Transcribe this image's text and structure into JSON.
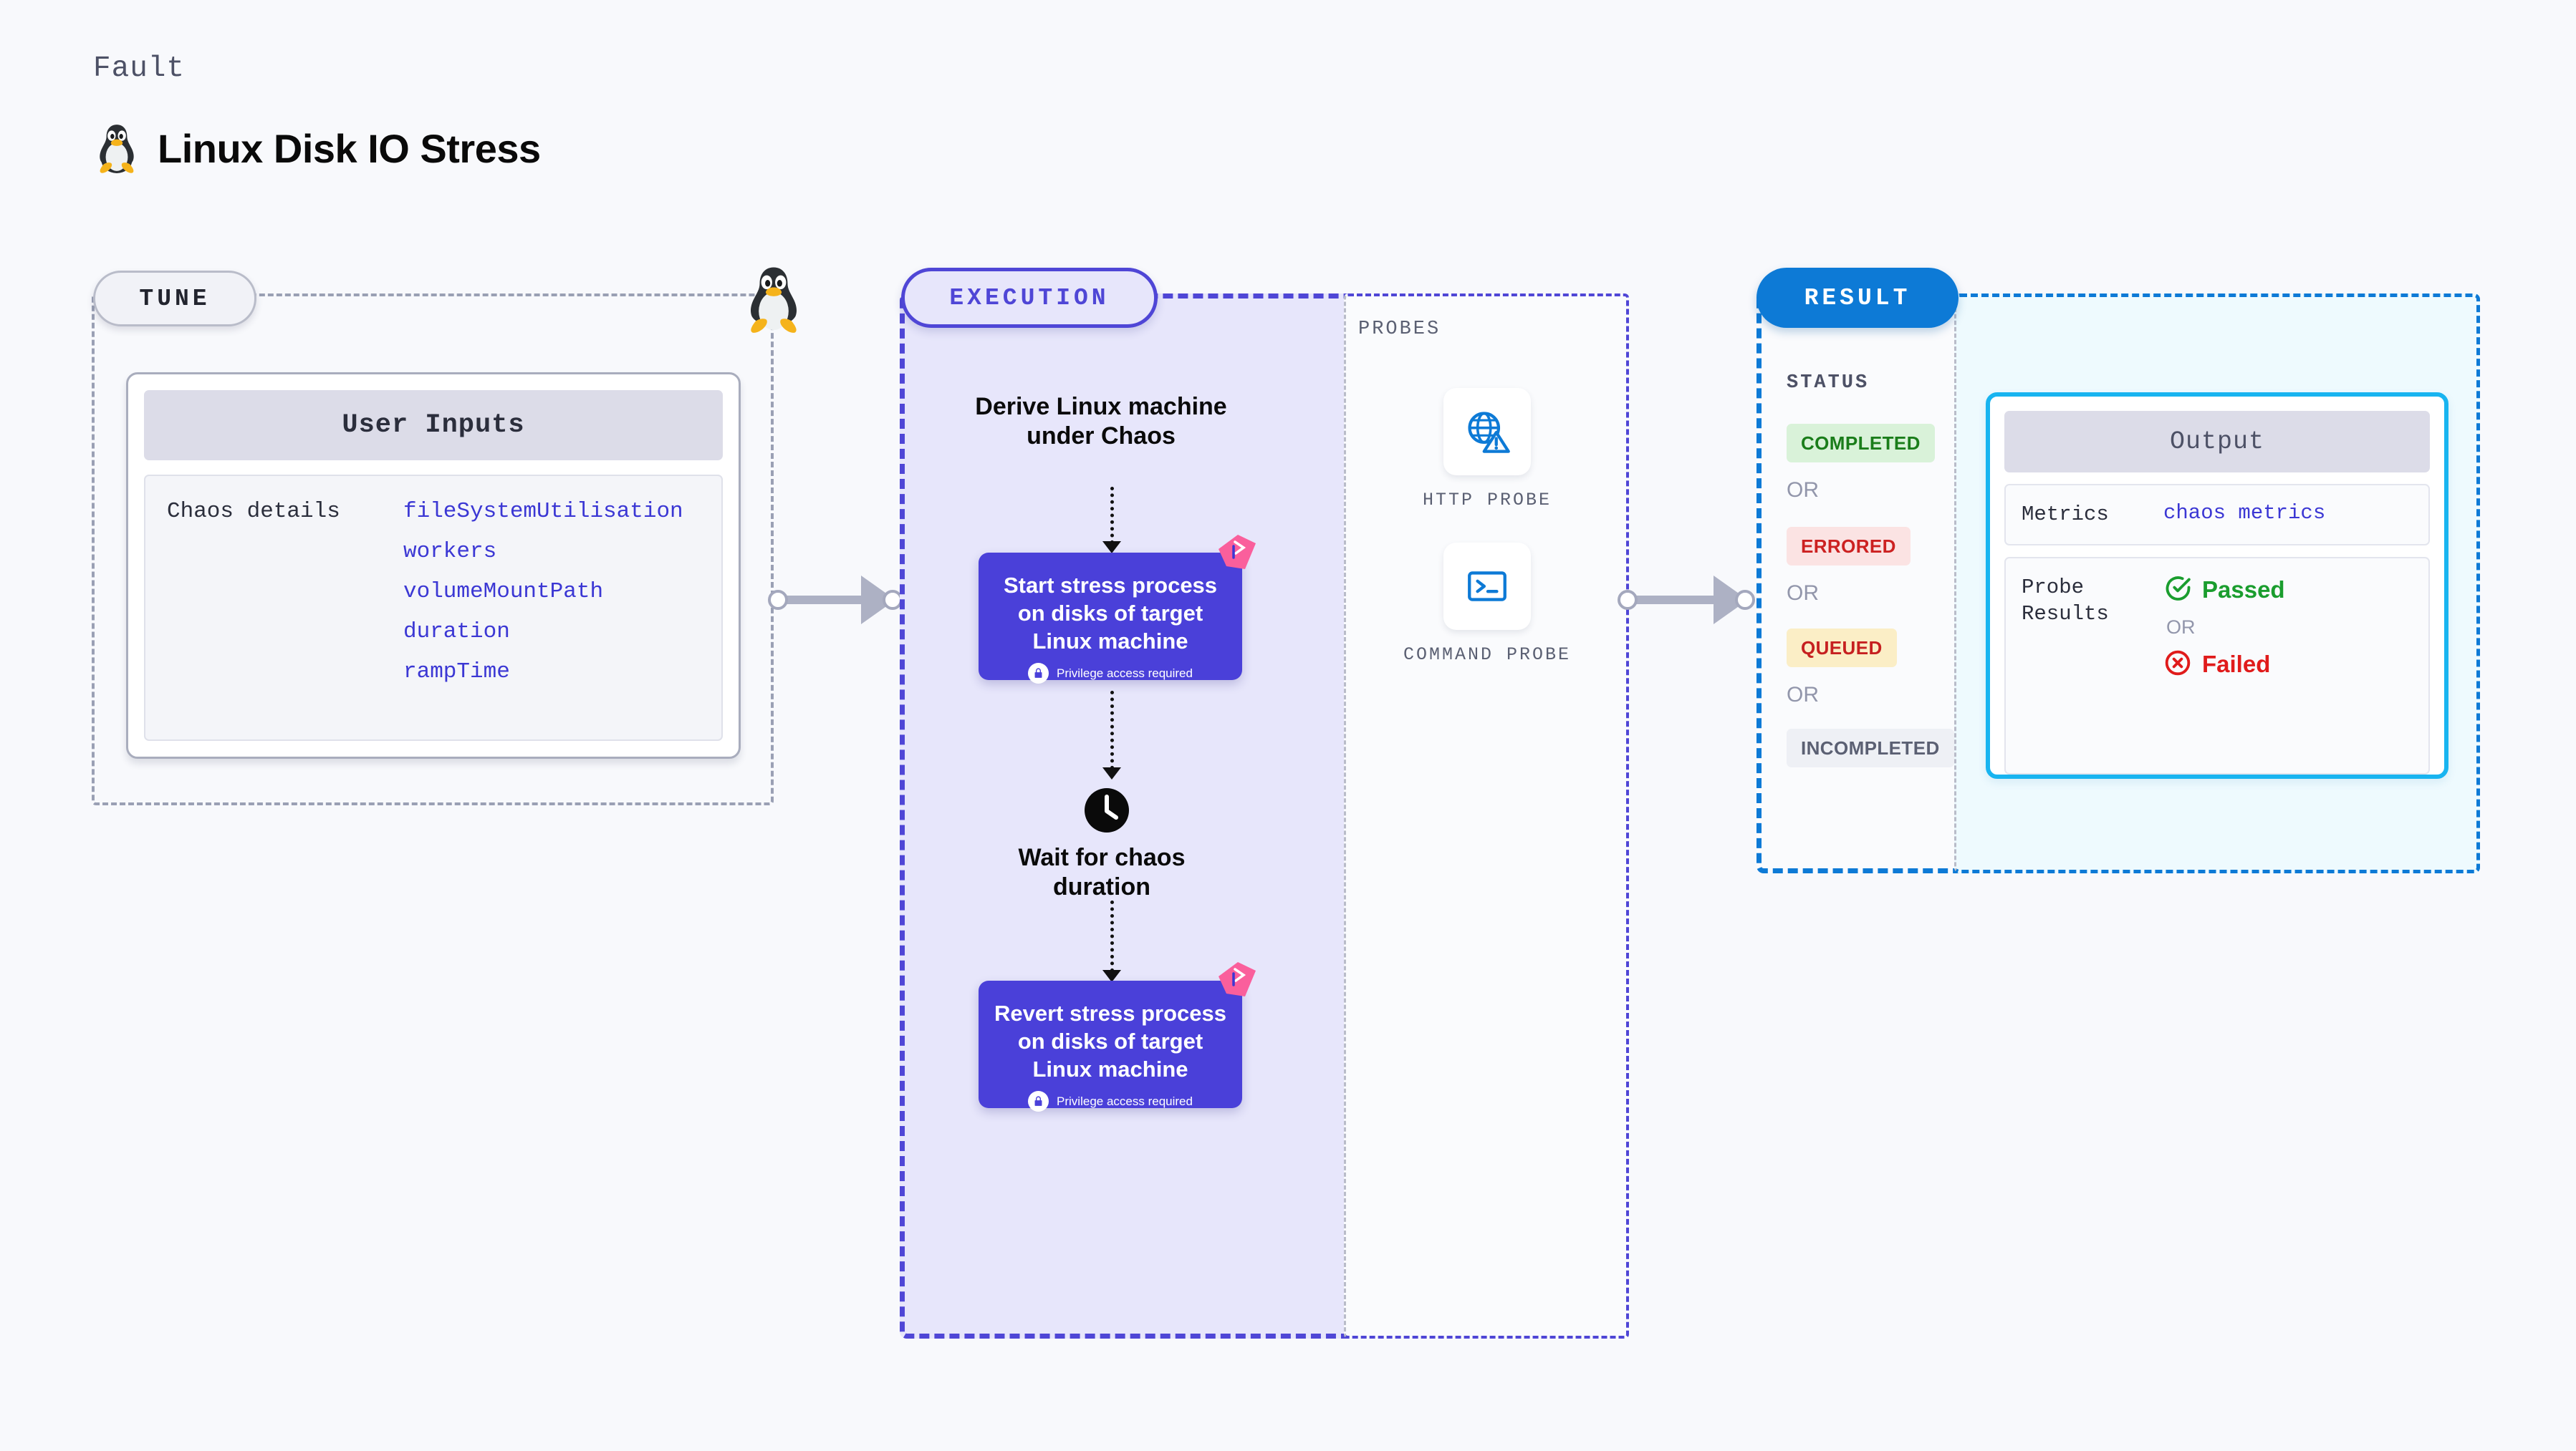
{
  "header": {
    "kicker": "Fault",
    "title": "Linux Disk IO Stress",
    "icon": "tux-penguin-icon"
  },
  "tune": {
    "badge": "TUNE",
    "tux_icon": "tux-penguin-icon",
    "card": {
      "header": "User Inputs",
      "row_label": "Chaos details",
      "params": [
        "fileSystemUtilisation",
        "workers",
        "volumeMountPath",
        "duration",
        "rampTime"
      ]
    }
  },
  "execution": {
    "badge": "EXECUTION",
    "steps": [
      {
        "type": "text-step",
        "label": "Derive Linux machine under Chaos"
      },
      {
        "type": "action-node",
        "label": "Start stress process on disks of target Linux machine",
        "privilege": "Privilege access required",
        "lock_icon": "lock-icon",
        "flag_icon": "pink-flag-icon"
      },
      {
        "type": "wait-step",
        "icon": "clock-icon",
        "label": "Wait for chaos duration"
      },
      {
        "type": "action-node",
        "label": "Revert stress process on disks of target Linux machine",
        "privilege": "Privilege access required",
        "lock_icon": "lock-icon",
        "flag_icon": "pink-flag-icon"
      }
    ]
  },
  "probes": {
    "label": "PROBES",
    "items": [
      {
        "name": "HTTP PROBE",
        "icon": "globe-warning-icon"
      },
      {
        "name": "COMMAND PROBE",
        "icon": "terminal-icon"
      }
    ]
  },
  "result": {
    "badge": "RESULT",
    "status_label": "STATUS",
    "or_label": "OR",
    "statuses": [
      {
        "label": "COMPLETED",
        "fg": "#1a7d1a",
        "bg": "#d9f2d9"
      },
      {
        "label": "ERRORED",
        "fg": "#cc2121",
        "bg": "#fbe3e3"
      },
      {
        "label": "QUEUED",
        "fg": "#c62020",
        "bg": "#fbeec6"
      },
      {
        "label": "INCOMPLETED",
        "fg": "#5b6073",
        "bg": "#eef0f5"
      }
    ],
    "output": {
      "header": "Output",
      "metrics_key": "Metrics",
      "metrics_value": "chaos metrics",
      "probe_results_key": "Probe Results",
      "passed_label": "Passed",
      "passed_icon": "check-circle-icon",
      "failed_label": "Failed",
      "failed_icon": "x-circle-icon",
      "or_label": "OR"
    }
  },
  "colors": {
    "page_bg": "#f8f9fc",
    "indigo": "#4f46d6",
    "node_indigo": "#4a40d9",
    "blue": "#0d7ad6",
    "cyan": "#18b4f0",
    "pink_flag": "#fa5f9c",
    "green": "#1a9d2e",
    "red": "#e01b1b",
    "param_blue": "#3b37d4",
    "gray_text": "#5b6073"
  }
}
